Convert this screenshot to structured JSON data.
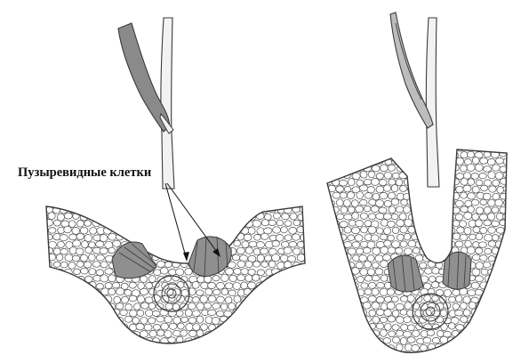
{
  "annotation": {
    "label": "Пузыревидные клетки"
  },
  "colors": {
    "background": "#ffffff",
    "outline": "#3a3a3a",
    "cell_fill": "#ffffff",
    "bulliform_fill": "#8f8f8f",
    "leaf_open_fill": "#8a8a8a",
    "leaf_rolled_fill": "#bdbdbd",
    "stem_fill": "#f2f2f2"
  },
  "panels": [
    {
      "state": "leaf-open"
    },
    {
      "state": "leaf-rolled"
    }
  ]
}
